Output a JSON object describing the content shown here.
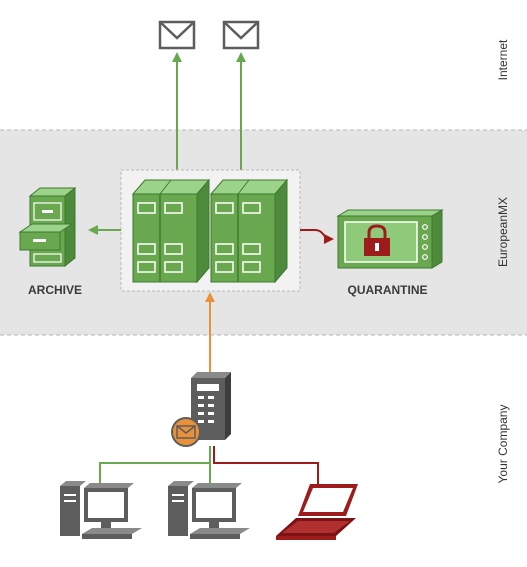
{
  "zones": {
    "internet": "Internet",
    "european_mx": "EuropeanMX",
    "your_company": "Your Company"
  },
  "nodes": {
    "archive": "ARCHIVE",
    "quarantine": "QUARANTINE"
  },
  "colors": {
    "green": "#6aa84f",
    "dark_green": "#3e7a2e",
    "light_green": "#9bd38a",
    "red": "#9e1b1b",
    "orange": "#e8913a",
    "gray": "#5d5d5d",
    "zone_bg": "#e5e5e5"
  },
  "icons": [
    "envelope-icon",
    "envelope-icon",
    "server-rack-icon",
    "filing-cabinet-icon",
    "quarantine-lock-icon",
    "mail-server-icon",
    "desktop-computer-icon",
    "desktop-computer-icon",
    "laptop-icon"
  ]
}
